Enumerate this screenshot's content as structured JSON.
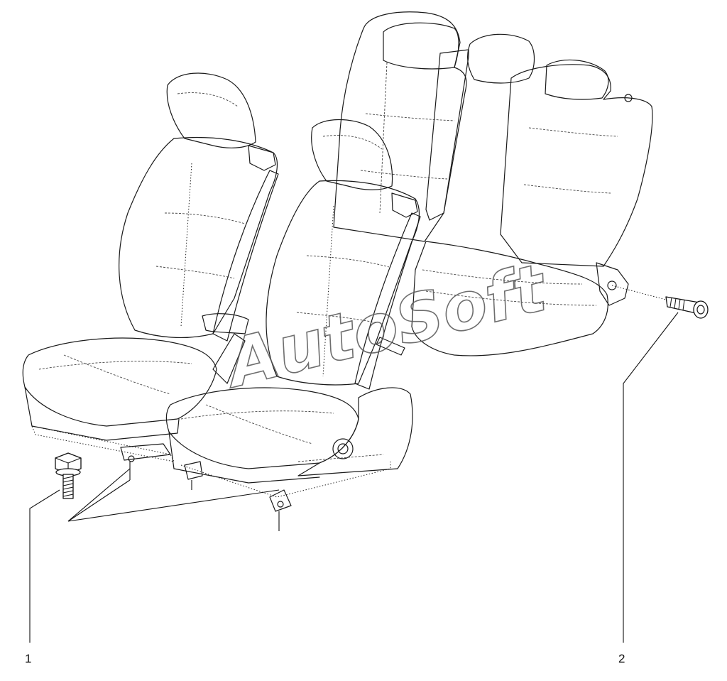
{
  "diagram": {
    "watermark": "AutoSoft",
    "callouts": [
      {
        "label": "1",
        "part": "seat-mounting-bolt"
      },
      {
        "label": "2",
        "part": "rear-seat-pivot-bolt"
      }
    ]
  }
}
